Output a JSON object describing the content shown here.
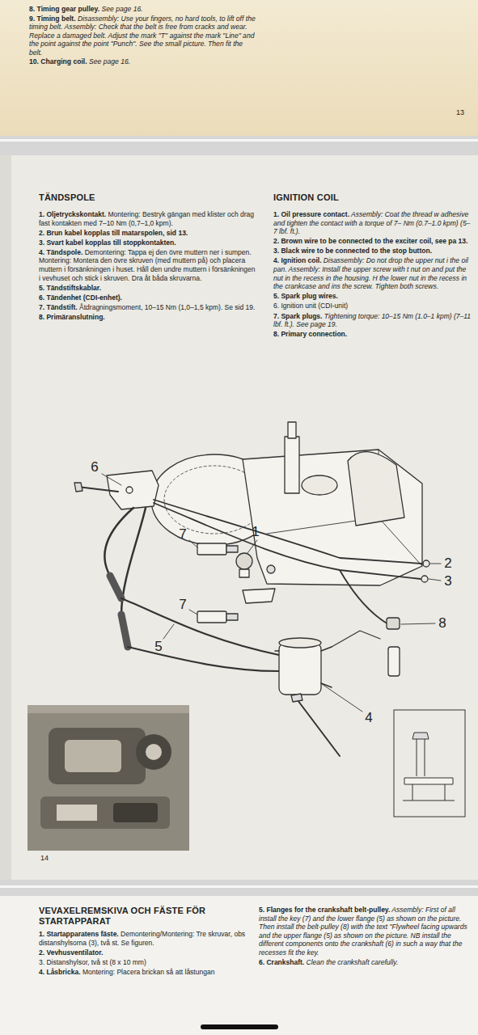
{
  "diagram": {
    "labels": [
      "8. Timing gear pulley. See page 16.",
      "9. Timing belt. Disassembly: Use your fingers, no hard tools, to lift off the timing belt. Assembly: Check that the belt is free from cracks and wear. Replace a damaged belt. Adjust the mark \"T\" against the mark \"Line\" and the point against the point \"Punch\". See the small picture. Then fit the belt.",
      "10. Charging coil. See page 16.",
      "13",
      "TÄNDSPOLE",
      "1. Oljetryckskontakt. Montering: Bestryk gängan med klister och drag fast kontakten med 7–10 Nm (0,7–1,0 kpm).",
      "2. Brun kabel kopplas till matarspolen, sid 13.",
      "3. Svart kabel kopplas till stoppkontakten.",
      "4. Tändspole. Demontering: Tappa ej den övre muttern ner i sumpen. Montering: Montera den övre skruven (med muttern på) och placera muttern i försänkningen i huset. Håll den undre muttern i försänkningen i vevhuset och stick i skruven. Dra åt båda skruvarna.",
      "5. Tändstiftskablar.",
      "6. Tändenhet (CDI-enhet).",
      "7. Tändstift. Åtdragningsmoment, 10–15 Nm (1,0–1,5 kpm). Se sid 19.",
      "8. Primäranslutning.",
      "IGNITION COIL",
      "1. Oil pressure contact. Assembly: Coat the thread w adhesive and tighten the contact with a torque of 7– Nm (0.7–1.0 kpm) (5–7 lbf. ft.).",
      "2. Brown wire to be connected to the exciter coil, see pa 13.",
      "3. Black wire to be connected to the stop button.",
      "4. Ignition coil. Disassembly: Do not drop the upper nut i the oil pan. Assembly: Install the upper screw with t nut on and put the nut in the recess in the housing. H the lower nut in the recess in the crankcase and ins the screw. Tighten both screws.",
      "5. Spark plug wires.",
      "6. Ignition unit (CDI-unit)",
      "7. Spark plugs. Tightening torque: 10–15 Nm (1.0–1 kpm) (7–11 lbf. ft.). See page 19.",
      "8. Primary connection.",
      "6",
      "7",
      "1",
      "7",
      "5",
      "2",
      "3",
      "8",
      "4",
      "14",
      "VEVAXELREMSKIVA OCH FÄSTE FÖR STARTAPPARAT",
      "1. Startapparatens fäste. Demontering/Montering: Tre skruvar, obs distanshylsorna (3), två st. Se figuren.",
      "2. Vevhusventilator.",
      "3. Distanshylsor, två st (8 x 10 mm)",
      "4. Låsbricka. Montering: Placera brickan så att låstungan",
      "5. Flanges for the crankshaft belt-pulley. Assembly: First of all install the key (7) and the lower flange (5) as shown on the picture. Then install the belt-pulley (8) with the text \"Flywheel facing upwards and the upper flange (5) as shown on the picture. NB install the different components onto the crankshaft (6) in such a way that the recesses fit the key.",
      "6. Crankshaft. Clean the crankshaft carefully."
    ]
  }
}
